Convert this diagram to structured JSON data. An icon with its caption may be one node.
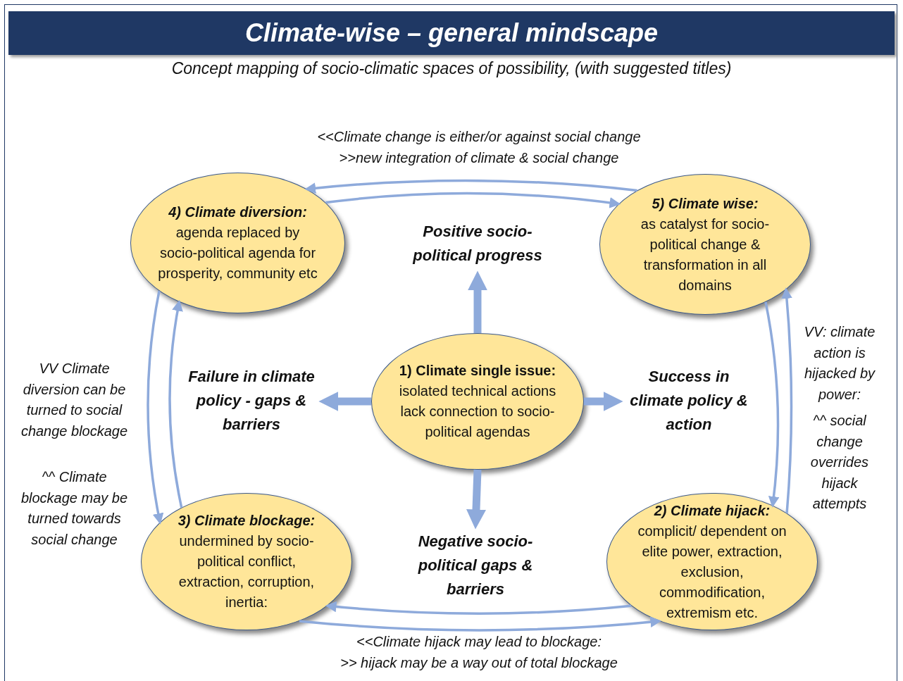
{
  "diagram": {
    "title": "Climate-wise – general mindscape",
    "caption": "Concept mapping of socio-climatic spaces of possibility, (with suggested titles)",
    "nodes": [
      {
        "text": [
          "**1) Climate single issue:** isolated technical actions lack connection to socio-political agendas"
        ]
      },
      {
        "text": [
          "Positive socio-political progress"
        ]
      },
      {
        "text": [
          "Failure in climate policy - gaps & barriers"
        ]
      },
      {
        "text": [
          "Success in climate policy & action"
        ]
      },
      {
        "text": [
          "Negative socio-political gaps & barriers"
        ]
      },
      {
        "text": [
          "4) Climate diversion:",
          "agenda replaced by socio-political agenda for prosperity, community etc"
        ]
      },
      {
        "text": [
          "5) Climate wise:",
          "as catalyst for socio-political change & transformation in all domains"
        ]
      },
      {
        "text": [
          "3) Climate blockage:",
          "undermined by socio-political conflict, extraction, corruption, inertia:"
        ]
      },
      {
        "text": [
          "2) Climate hijack:",
          "complicit/ dependent on elite power, extraction, exclusion, commodification, extremism etc."
        ]
      }
    ],
    "edges": [
      {
        "from": 0,
        "to": 1,
        "arrow": "to",
        "style": "thick"
      },
      {
        "from": 0,
        "to": 2,
        "arrow": "to",
        "style": "thick"
      },
      {
        "from": 0,
        "to": 3,
        "arrow": "to",
        "style": "thick"
      },
      {
        "from": 0,
        "to": 4,
        "arrow": "to",
        "style": "thick"
      },
      {
        "from": 6,
        "to": 5,
        "arrow": "to"
      },
      {
        "from": 5,
        "to": 6,
        "arrow": "to"
      },
      {
        "from": 5,
        "to": 7,
        "arrow": "to"
      },
      {
        "from": 7,
        "to": 5,
        "arrow": "to"
      },
      {
        "from": 6,
        "to": 8,
        "arrow": "to"
      },
      {
        "from": 8,
        "to": 6,
        "arrow": "to"
      },
      {
        "from": 8,
        "to": 7,
        "arrow": "to"
      },
      {
        "from": 7,
        "to": 8,
        "arrow": "to"
      }
    ],
    "labels": [
      "<<Climate change is either/or against social change",
      ">>new integration of climate & social change",
      "VV Climate diversion can be turned to social change blockage",
      "^^ Climate blockage may be turned towards social change",
      "VV: climate action is hijacked by power:",
      "^^ social change overrides hijack attempts",
      "<<Climate hijack may lead to blockage:",
      ">> hijack may be a way out of total blockage"
    ]
  }
}
